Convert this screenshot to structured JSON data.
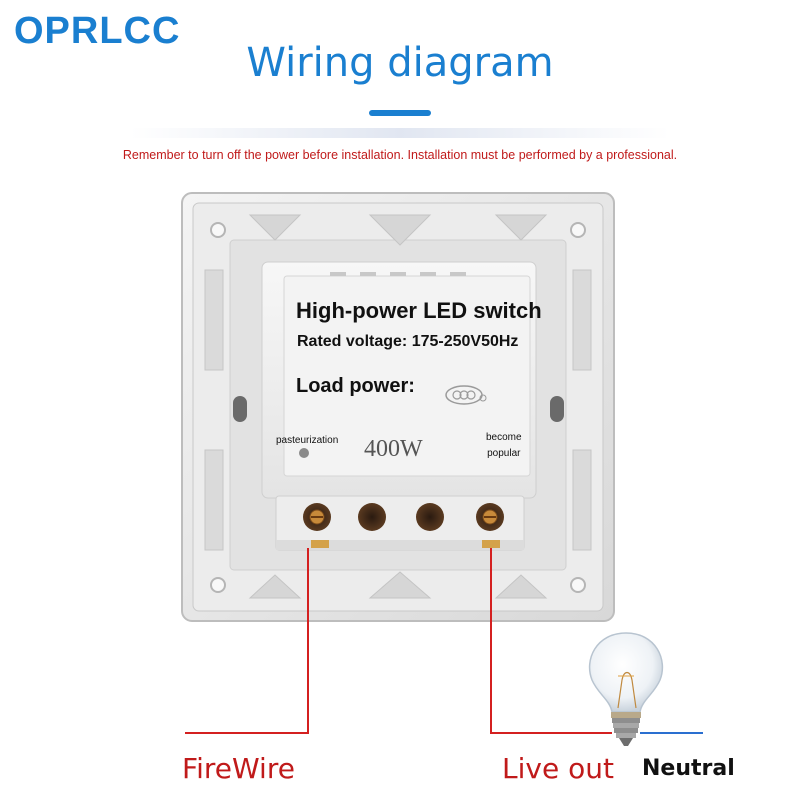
{
  "brand": {
    "logo": "OPRLCC"
  },
  "header": {
    "title": "Wiring diagram"
  },
  "warning": "Remember to turn off the power before installation. Installation must be performed by a professional.",
  "switch": {
    "heading": "High-power LED switch",
    "rated_voltage": "Rated voltage: 175-250V50Hz",
    "load_power": "Load power:",
    "wattage": "400W",
    "left_label": "pasteurization",
    "right_label_line1": "become",
    "right_label_line2": "popular"
  },
  "terminals": {
    "firewire": "FireWire",
    "live_out": "Live out",
    "neutral": "Neutral"
  },
  "colors": {
    "brand_blue": "#1a7fd0",
    "warning_red": "#c01a1a",
    "wire_red": "#d42020",
    "wire_blue": "#2a6fd0",
    "panel": "#e9e9e9"
  },
  "icons": [
    "lightbulb-icon",
    "certification-mark-icon",
    "terminal-screw-icon"
  ]
}
